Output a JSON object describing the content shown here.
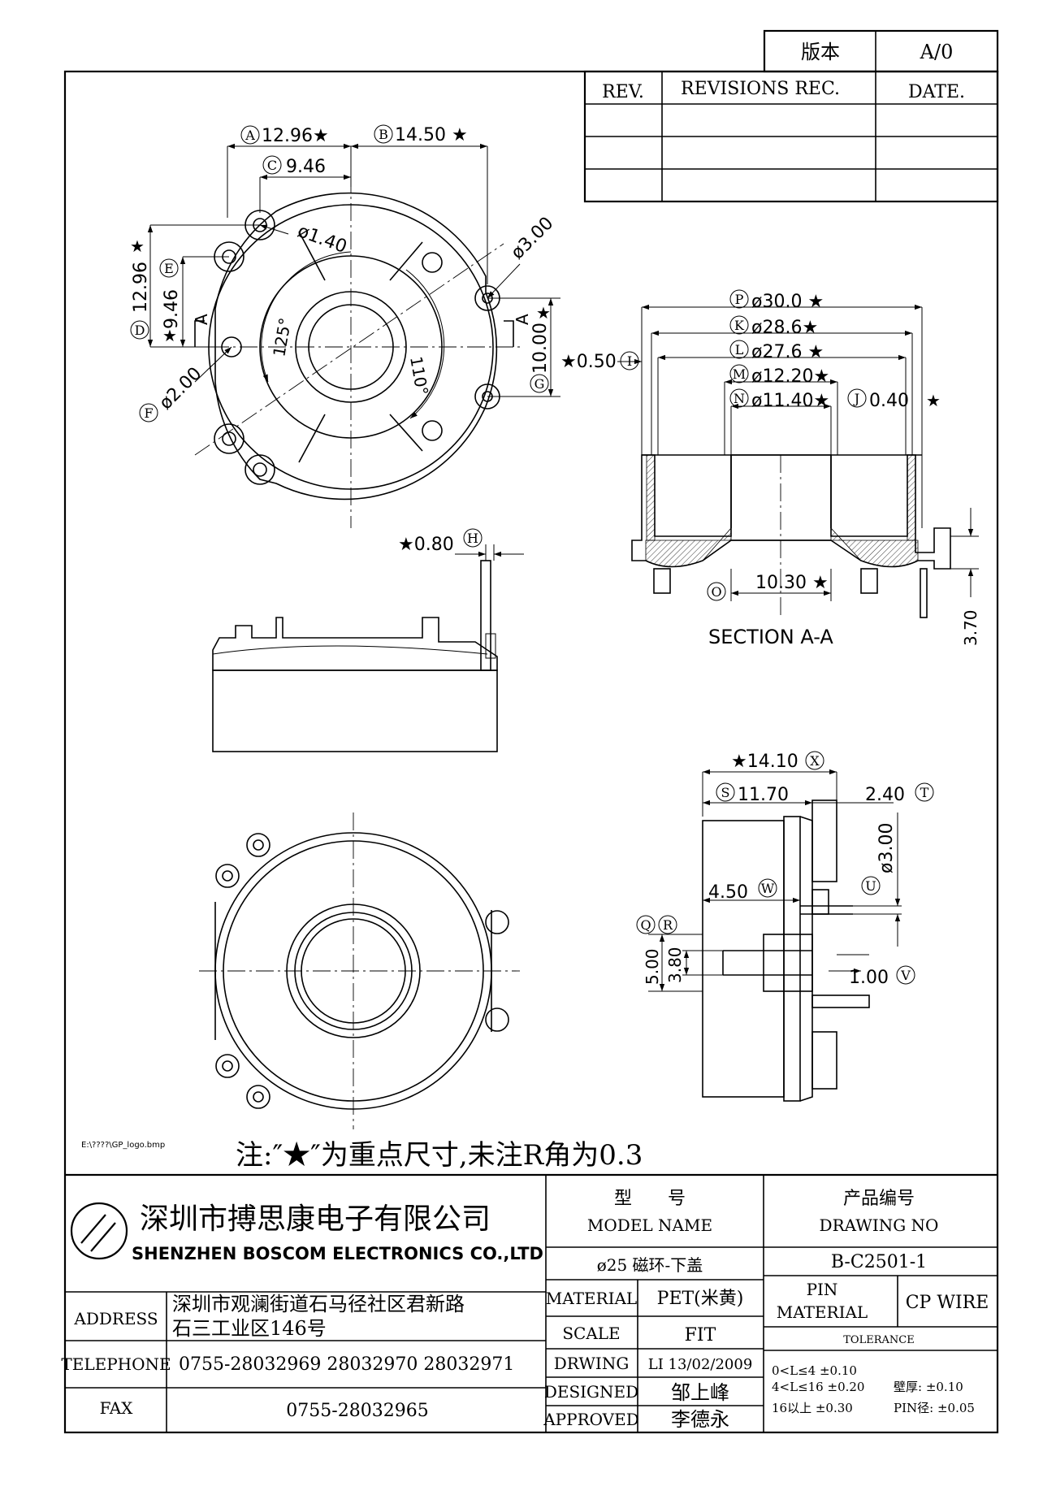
{
  "revision_block": {
    "version_label": "版本",
    "version_value": "A/0",
    "rev_header": "REV.",
    "revisions_header": "REVISIONS REC.",
    "date_header": "DATE."
  },
  "top_view": {
    "dim_a": "12.96★",
    "dim_b": "14.50 ★",
    "dim_c": "9.46",
    "dim_d": "12.96",
    "dim_e": "9.46",
    "dia_pin": "ø1.40",
    "dia_hole": "ø3.00",
    "dia_f": "ø2.00",
    "angle_left": "125°",
    "angle_right": "110°",
    "dim_g": "10.00",
    "section_mark": "A",
    "callouts": [
      "A",
      "B",
      "C",
      "D",
      "E",
      "F",
      "G"
    ]
  },
  "section_view": {
    "dim_p": "ø30.0 ★",
    "dim_k": "ø28.6★",
    "dim_l": "ø27.6 ★",
    "dim_m": "ø12.20★",
    "dim_n": "ø11.40★",
    "dim_j": "0.40",
    "dim_i": "★0.50",
    "dim_o": "10.30 ★",
    "dim_height": "3.70",
    "title": "SECTION A-A",
    "callouts": [
      "P",
      "K",
      "L",
      "M",
      "N",
      "J",
      "I",
      "O"
    ]
  },
  "front_view": {
    "dim_h": "★0.80",
    "callout_h": "H"
  },
  "side_view": {
    "dim_x": "★14.10",
    "dim_s": "11.70",
    "dim_t": "2.40",
    "dim_u": "ø3.00",
    "dim_w": "4.50",
    "dim_q": "5.00",
    "dim_r": "3.80",
    "dim_v": "1.00",
    "callouts": [
      "X",
      "S",
      "T",
      "U",
      "W",
      "Q",
      "R",
      "V"
    ]
  },
  "logo_path": "E:\\????\\GP_logo.bmp",
  "note": "注:″★″为重点尺寸,未注R角为0.3",
  "title_block": {
    "company_cn": "深圳市搏思康电子有限公司",
    "company_en": "SHENZHEN BOSCOM ELECTRONICS CO.,LTD",
    "model_label_cn": "型　　号",
    "model_label_en": "MODEL NAME",
    "model_value": "ø25 磁环-下盖",
    "drawing_label_cn": "产品编号",
    "drawing_label_en": "DRAWING NO",
    "drawing_value": "B-C2501-1",
    "address_label": "ADDRESS",
    "address_line1": "深圳市观澜街道石马径社区君新路",
    "address_line2": "石三工业区146号",
    "telephone_label": "TELEPHONE",
    "telephone_value": "0755-28032969 28032970 28032971",
    "fax_label": "FAX",
    "fax_value": "0755-28032965",
    "material_label": "MATERIAL",
    "material_value": "PET(米黄)",
    "scale_label": "SCALE",
    "scale_value": "FIT",
    "drawing_by_label": "DRWING",
    "drawing_by_value": "LI 13/02/2009",
    "designed_label": "DESIGNED",
    "designed_value": "邹上峰",
    "approved_label": "APPROVED",
    "approved_value": "李德永",
    "pin_material_label_1": "PIN",
    "pin_material_label_2": "MATERIAL",
    "pin_material_value": "CP WIRE",
    "tolerance_label": "TOLERANCE",
    "tol_1": "0<L≤4  ±0.10",
    "tol_2": "4<L≤16  ±0.20",
    "tol_3": "16以上     ±0.30",
    "tol_wall": "壁厚:  ±0.10",
    "tol_pin": "PIN径: ±0.05"
  }
}
